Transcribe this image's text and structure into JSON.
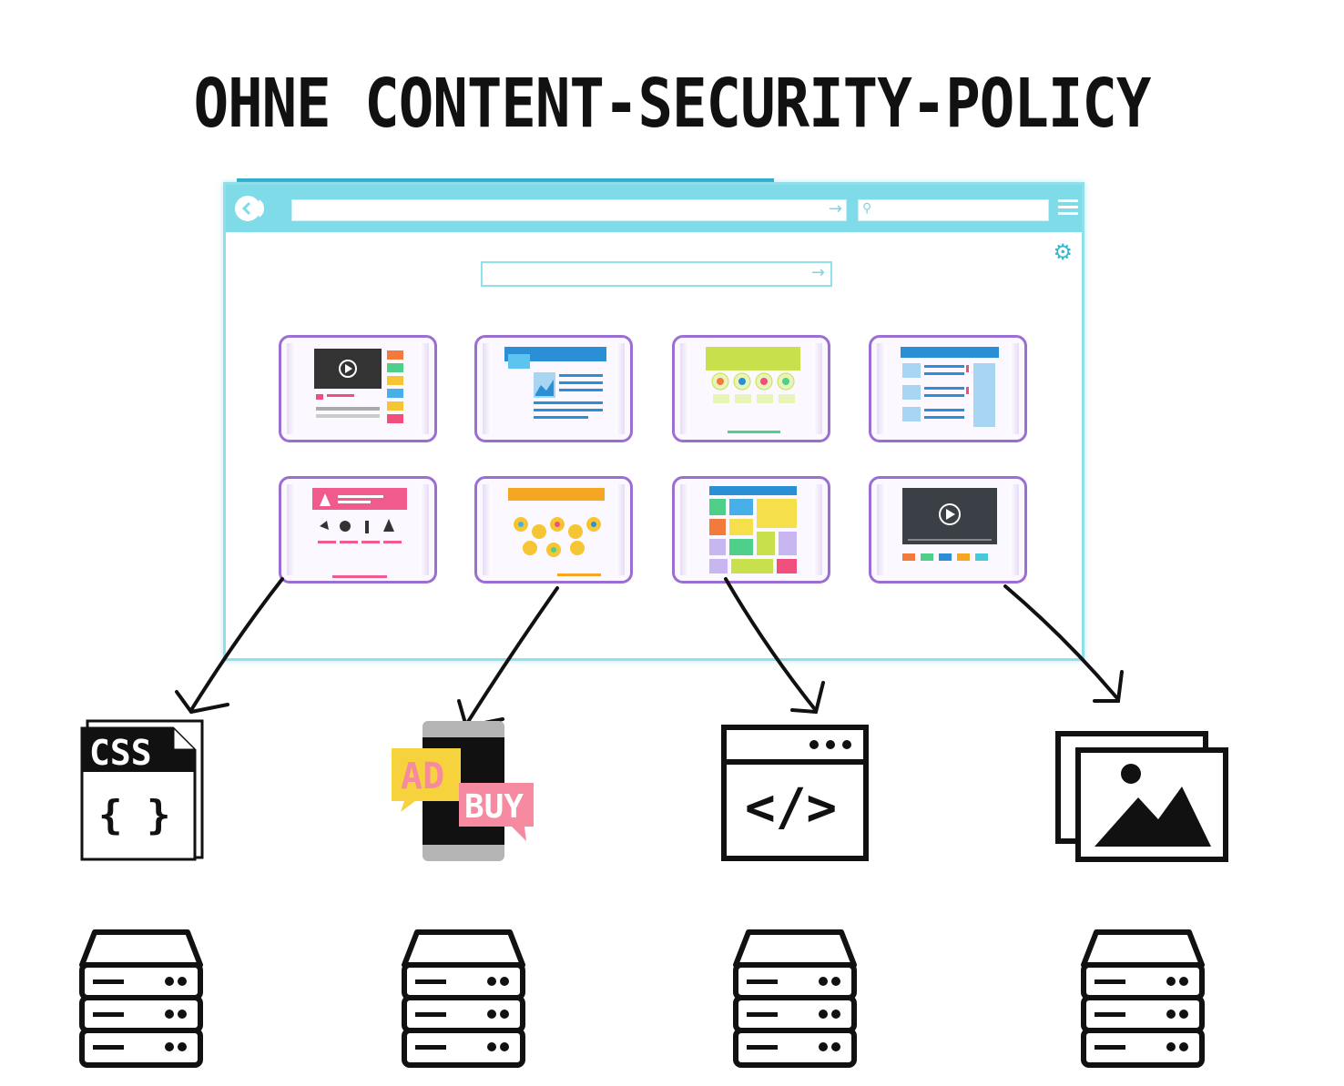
{
  "title": "OHNE CONTENT-SECURITY-POLICY",
  "icons": {
    "css_file": {
      "label": "CSS",
      "body": "{ }"
    },
    "ad": {
      "ad_label": "AD",
      "buy_label": "BUY"
    },
    "code_window": {
      "code": "</>"
    }
  },
  "colors": {
    "browser_frame": "#8fe0ea",
    "toolbar": "#7fdbe8",
    "tile_border": "#9b6fd1",
    "ad_yellow": "#f6d33c",
    "buy_pink": "#f58aa0"
  }
}
